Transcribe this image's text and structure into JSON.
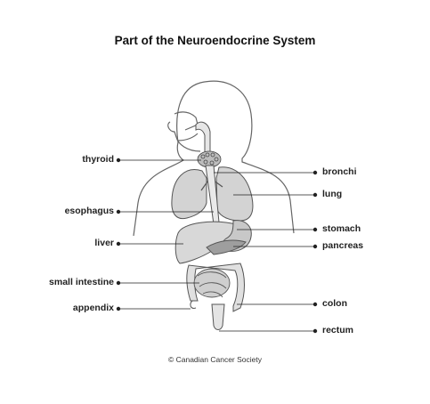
{
  "title": "Part of the Neuroendocrine System",
  "labels": {
    "thyroid": "thyroid",
    "esophagus": "esophagus",
    "liver": "liver",
    "small_intestine": "small intestine",
    "appendix": "appendix",
    "bronchi": "bronchi",
    "lung": "lung",
    "stomach": "stomach",
    "pancreas": "pancreas",
    "colon": "colon",
    "rectum": "rectum"
  },
  "credit": "© Canadian Cancer Society",
  "colors": {
    "outline": "#666666",
    "organ_fill": "#d3d3d3",
    "organ_dark": "#a9a9a9",
    "leader": "#222222"
  }
}
